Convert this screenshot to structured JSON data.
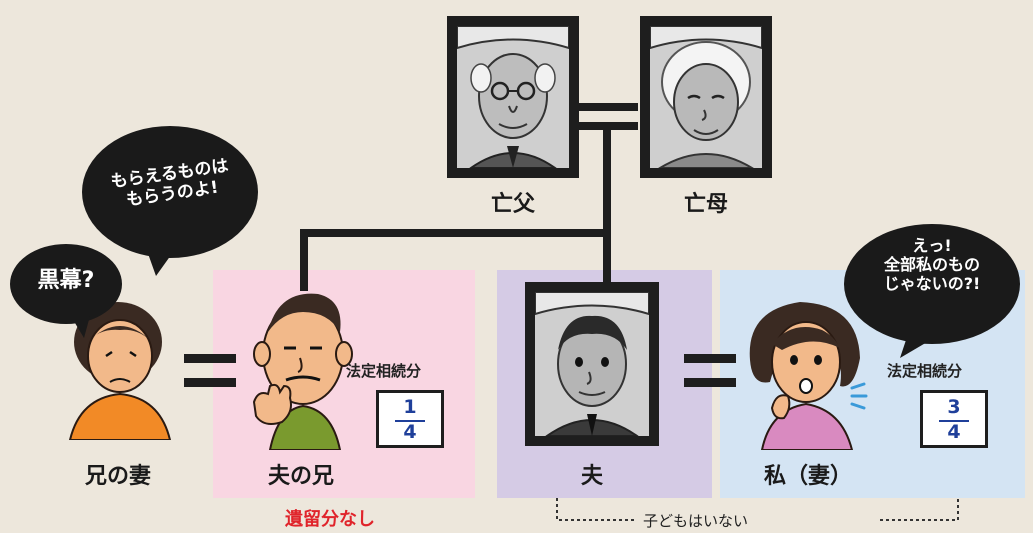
{
  "labels": {
    "deceased_father": "亡父",
    "deceased_mother": "亡母",
    "brother_wife": "兄の妻",
    "husband_brother": "夫の兄",
    "husband": "夫",
    "me_wife": "私（妻）"
  },
  "legal_share_label": "法定相続分",
  "shares": {
    "husband_brother": {
      "numerator": "1",
      "denominator": "4"
    },
    "me_wife": {
      "numerator": "3",
      "denominator": "4"
    }
  },
  "bubbles": {
    "brother_quote": "もらえるものは\nもらうのよ!",
    "brother_wife_quote": "黒幕?",
    "wife_quote": "えっ!\n全部私のもの\nじゃないの?!"
  },
  "notes": {
    "no_will_share": "遺留分なし",
    "no_children": "子どもはいない"
  },
  "colors": {
    "pink_panel": "#f9d6e2",
    "purple_panel": "#d5cbe5",
    "blue_panel": "#d4e4f3",
    "fraction_blue": "#1f3f9a",
    "red_text": "#e0242b"
  }
}
